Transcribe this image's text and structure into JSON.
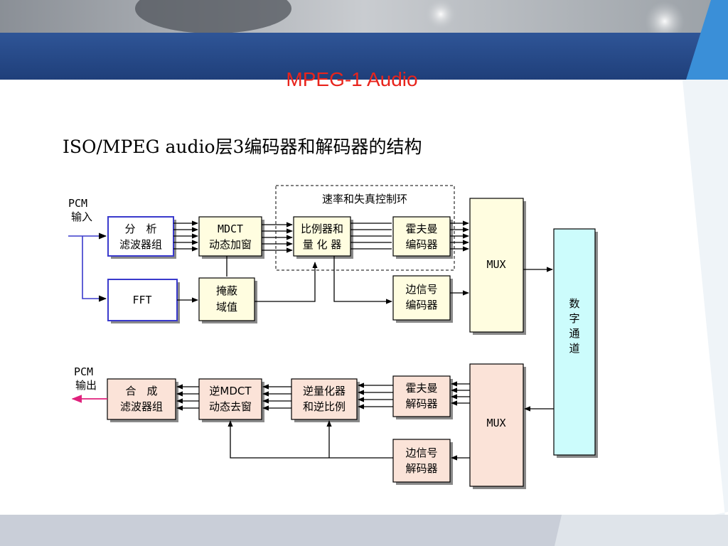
{
  "slide": {
    "title": "MPEG-1 Audio",
    "subtitle": "ISO/MPEG audio层3编码器和解码器的结构"
  },
  "diagram": {
    "rate_control_label": "速率和失真控制环",
    "pcm_in": [
      "PCM",
      "输入"
    ],
    "pcm_out": [
      "PCM",
      "输出"
    ],
    "blocks": {
      "analysis_filter": [
        "分　析",
        "滤波器组"
      ],
      "mdct": [
        "MDCT",
        "动态加窗"
      ],
      "quantizer": [
        "比例器和",
        "量 化 器"
      ],
      "huffman_encoder": [
        "霍夫曼",
        "编码器"
      ],
      "fft": "FFT",
      "mask_threshold": [
        "掩蔽",
        "域值"
      ],
      "side_info_encoder": [
        "边信号",
        "编码器"
      ],
      "mux_top": "MUX",
      "channel": [
        "数",
        "字",
        "通",
        "道"
      ],
      "synthesis_filter": [
        "合　成",
        "滤波器组"
      ],
      "imdct": [
        "逆MDCT",
        "动态去窗"
      ],
      "dequantizer": [
        "逆量化器",
        "和逆比例"
      ],
      "huffman_decoder": [
        "霍夫曼",
        "解码器"
      ],
      "mux_bottom": "MUX",
      "side_info_decoder": [
        "边信号",
        "解码器"
      ]
    }
  }
}
